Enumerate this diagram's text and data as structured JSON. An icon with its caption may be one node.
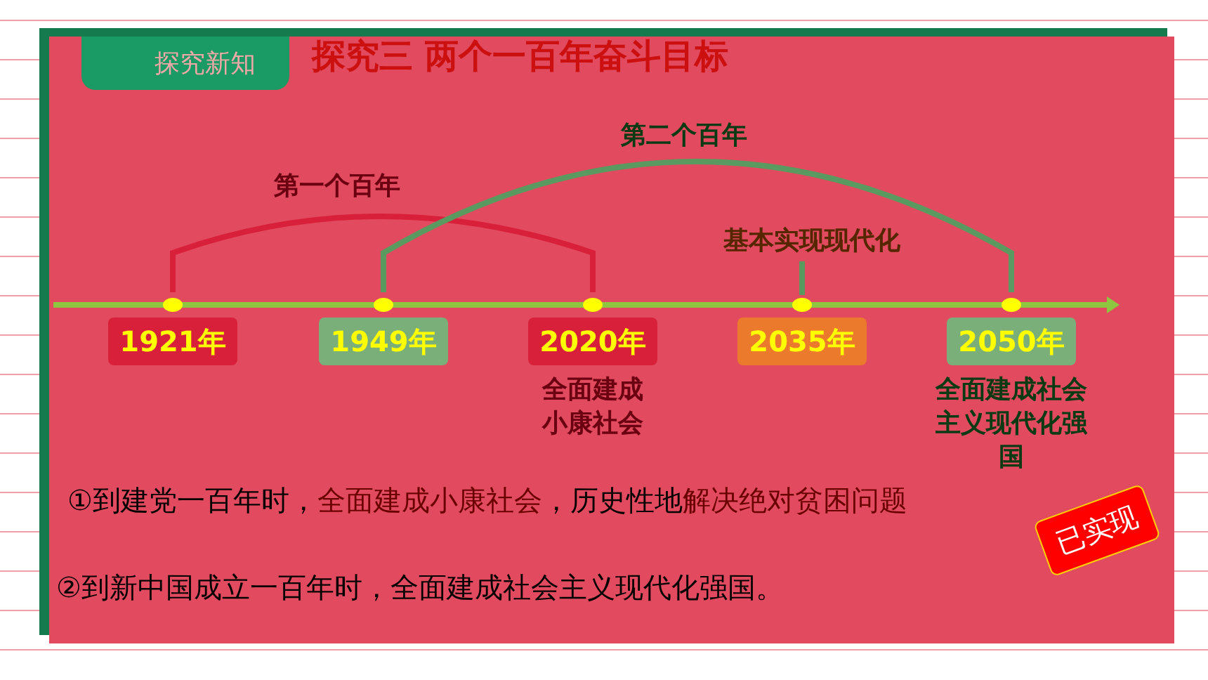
{
  "diagram": {
    "title": "探究三 两个一百年奋斗目标",
    "nodes": [
      {
        "text": [
          "1921年"
        ]
      },
      {
        "text": [
          "1949年"
        ]
      },
      {
        "text": [
          "2020年"
        ],
        "beside": [
          "全面建成小康社会"
        ]
      },
      {
        "text": [
          "2035年"
        ],
        "beside": [
          "基本实现现代化"
        ]
      },
      {
        "text": [
          "2050年"
        ],
        "beside": [
          "全面建成社会主义现代化强国"
        ]
      }
    ],
    "labels": [
      "探究新知",
      "第一个百年",
      "第二个百年",
      "①到建党一百年时，**全面建成小康社会**，历史性地**解决绝对贫困问题**",
      "②到新中国成立一百年时，全面建成社会主义现代化强国。",
      "已实现"
    ]
  }
}
